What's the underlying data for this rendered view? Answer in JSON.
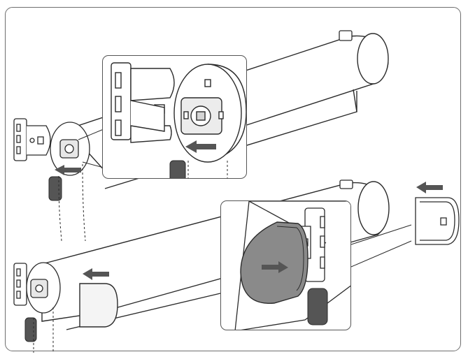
{
  "figure": {
    "description_title": "",
    "colors": {
      "line": "#2b2b2b",
      "shade": "#6f6f6f",
      "cap_fill": "#8a8a8a",
      "light_fill": "#f2f2f2",
      "frame": "#6e6e6e"
    },
    "panels": [
      {
        "id": "top-installation",
        "icon": "roller-blind-with-brackets"
      },
      {
        "id": "top-inset-detail",
        "icon": "clutch-into-bracket-detail"
      },
      {
        "id": "bottom-installation",
        "icon": "roller-blind-end-cap"
      },
      {
        "id": "bottom-inset-detail",
        "icon": "end-cap-press-detail"
      }
    ],
    "arrows": [
      {
        "id": "arrow-clutch-top",
        "direction": "left"
      },
      {
        "id": "arrow-inset-top",
        "direction": "left"
      },
      {
        "id": "arrow-endcap-bottom",
        "direction": "left"
      },
      {
        "id": "arrow-endcap-right",
        "direction": "left"
      },
      {
        "id": "arrow-inset-bottom",
        "direction": "right"
      }
    ]
  }
}
